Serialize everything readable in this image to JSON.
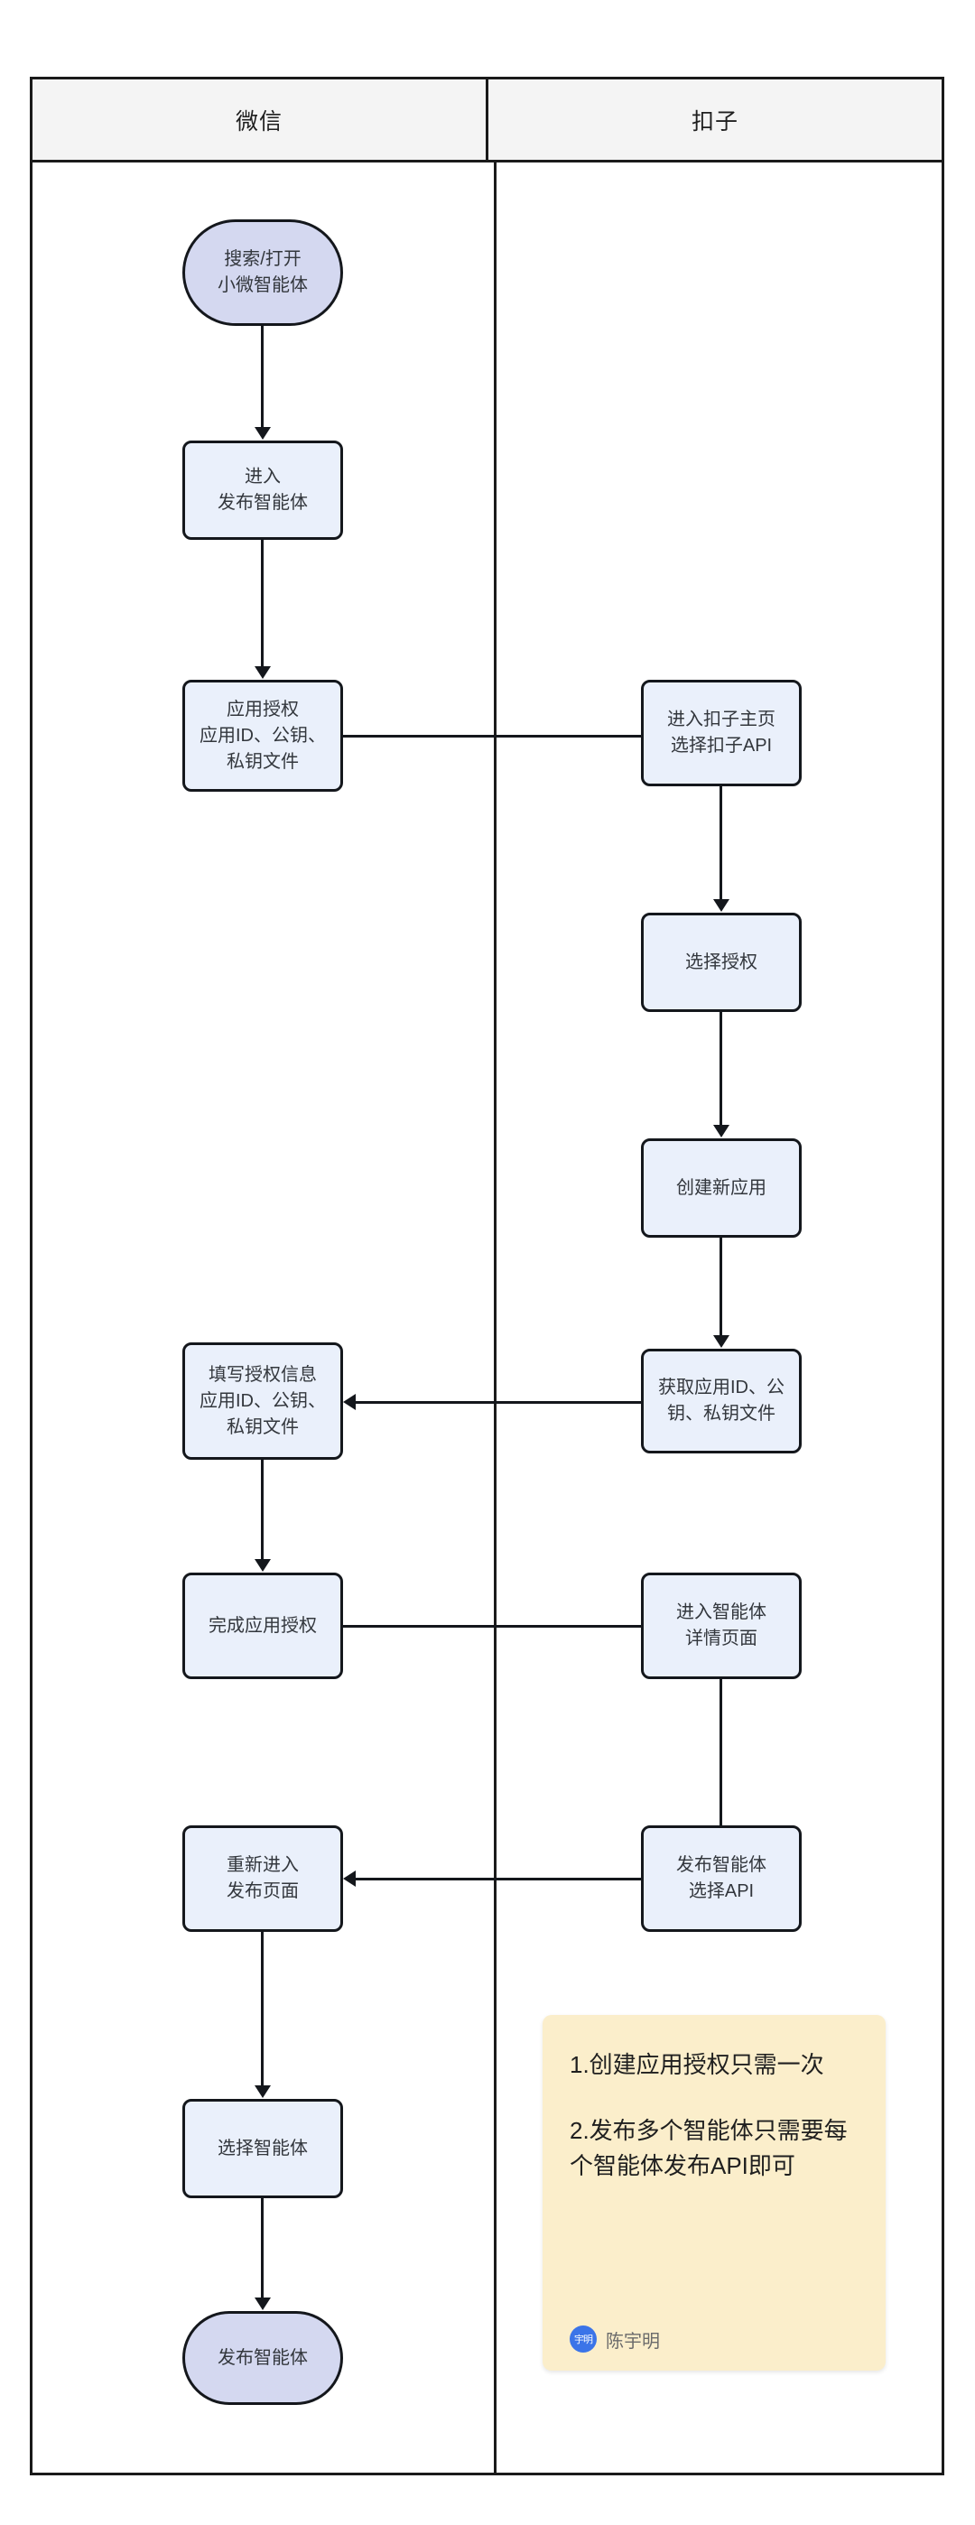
{
  "diagram": {
    "type": "swimlane-flowchart",
    "lanes": [
      {
        "id": "wechat",
        "title": "微信"
      },
      {
        "id": "coze",
        "title": "扣子"
      }
    ],
    "nodes": [
      {
        "id": "n1",
        "lane": "wechat",
        "shape": "terminal",
        "label": "搜索/打开\n小微智能体"
      },
      {
        "id": "n2",
        "lane": "wechat",
        "shape": "process",
        "label": "进入\n发布智能体"
      },
      {
        "id": "n3",
        "lane": "wechat",
        "shape": "process",
        "label": "应用授权\n应用ID、公钥、\n私钥文件"
      },
      {
        "id": "n4",
        "lane": "coze",
        "shape": "process",
        "label": "进入扣子主页\n选择扣子API"
      },
      {
        "id": "n5",
        "lane": "coze",
        "shape": "process",
        "label": "选择授权"
      },
      {
        "id": "n6",
        "lane": "coze",
        "shape": "process",
        "label": "创建新应用"
      },
      {
        "id": "n7",
        "lane": "coze",
        "shape": "process",
        "label": "获取应用ID、公\n钥、私钥文件"
      },
      {
        "id": "n8",
        "lane": "wechat",
        "shape": "process",
        "label": "填写授权信息\n应用ID、公钥、\n私钥文件"
      },
      {
        "id": "n9",
        "lane": "wechat",
        "shape": "process",
        "label": "完成应用授权"
      },
      {
        "id": "n10",
        "lane": "coze",
        "shape": "process",
        "label": "进入智能体\n详情页面"
      },
      {
        "id": "n11",
        "lane": "coze",
        "shape": "process",
        "label": "发布智能体\n选择API"
      },
      {
        "id": "n12",
        "lane": "wechat",
        "shape": "process",
        "label": "重新进入\n发布页面"
      },
      {
        "id": "n13",
        "lane": "wechat",
        "shape": "process",
        "label": "选择智能体"
      },
      {
        "id": "n14",
        "lane": "wechat",
        "shape": "terminal",
        "label": "发布智能体"
      }
    ],
    "note": {
      "line1": "1.创建应用授权只需一次",
      "line2": "2.发布多个智能体只需要每个智能体发布API即可",
      "author": "陈宇明",
      "avatar_text": "宇明"
    },
    "colors": {
      "process_fill": "#eaf0fb",
      "terminal_fill": "#d4d8f0",
      "stroke": "#14171c",
      "lane_header_fill": "#f4f4f4",
      "note_fill": "#fbeecb",
      "avatar_fill": "#3b74e8"
    }
  }
}
